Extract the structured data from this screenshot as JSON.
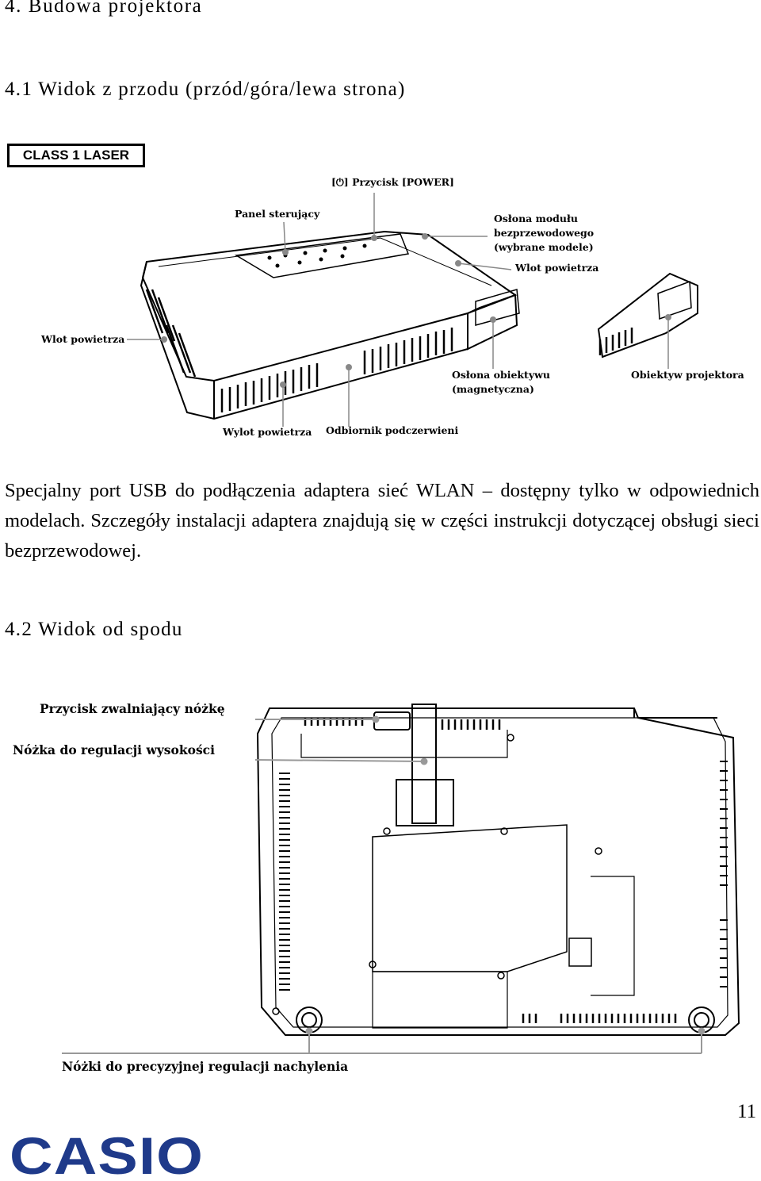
{
  "section_title": "4. Budowa projektora",
  "subsection_front": "4.1 Widok z przodu (przód/góra/lewa strona)",
  "laser_label": "CLASS 1 LASER",
  "front_labels": {
    "power_button": "[⏻] Przycisk [POWER]",
    "control_panel": "Panel sterujący",
    "wireless_cover_1": "Osłona modułu",
    "wireless_cover_2": "bezprzewodowego",
    "wireless_cover_3": "(wybrane modele)",
    "air_inlet_right": "Wlot powietrza",
    "air_inlet_left": "Wlot powietrza",
    "lens_cover_1": "Osłona obiektywu",
    "lens_cover_2": "(magnetyczna)",
    "projector_lens": "Obiektyw projektora",
    "air_outlet": "Wylot powietrza",
    "ir_receiver": "Odbiornik podczerwieni"
  },
  "paragraph": "Specjalny port USB do podłączenia adaptera sieć WLAN – dostępny tylko w odpowiednich modelach. Szczegóły instalacji adaptera znajdują się w części instrukcji dotyczącej obsługi sieci bezprzewodowej.",
  "subsection_bottom": "4.2 Widok od spodu",
  "bottom_labels": {
    "foot_release": "Przycisk zwalniający nóżkę",
    "height_foot": "Nóżka do regulacji wysokości",
    "tilt_feet": "Nóżki do precyzyjnej regulacji nachylenia"
  },
  "page_number": "11",
  "brand": "CASIO"
}
